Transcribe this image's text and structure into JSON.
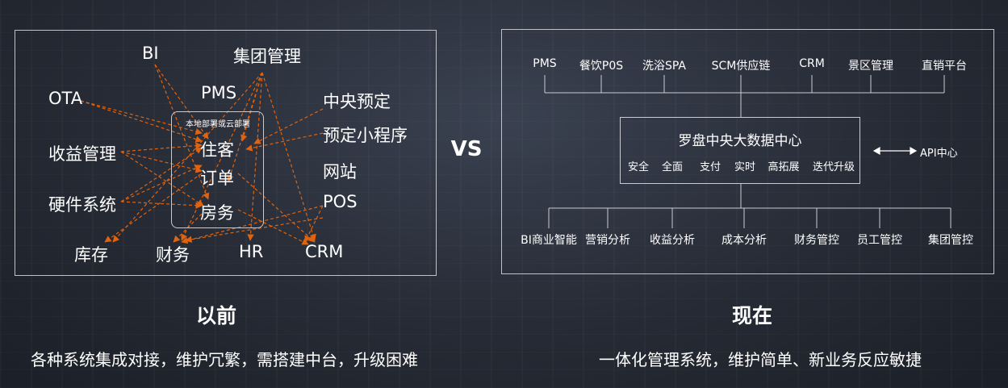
{
  "colors": {
    "arrow": "#e0630f",
    "line": "#c8ccd2",
    "text": "#ffffff"
  },
  "vs_label": "VS",
  "before": {
    "heading": "以前",
    "caption": "各种系统集成对接，维护冗繁，需搭建中台，升级困难",
    "deploy_label": "本地部署或云部署",
    "core": [
      "住客",
      "订单",
      "房务"
    ],
    "nodes": {
      "bi": "BI",
      "group": "集团管理",
      "pms": "PMS",
      "ota": "OTA",
      "revenue": "收益管理",
      "hardware": "硬件系统",
      "inventory": "库存",
      "finance": "财务",
      "hr": "HR",
      "crm": "CRM",
      "central": "中央预定",
      "miniapp": "预定小程序",
      "website": "网站",
      "pos": "POS"
    }
  },
  "now": {
    "heading": "现在",
    "caption": "一体化管理系统，维护简单、新业务反应敏捷",
    "top_items": [
      "PMS",
      "餐饮P0S",
      "洗浴SPA",
      "SCM供应链",
      "CRM",
      "景区管理",
      "直销平台"
    ],
    "center_title": "罗盘中央大数据中心",
    "center_tags": [
      "安全",
      "全面",
      "支付",
      "实时",
      "高拓展",
      "迭代升级"
    ],
    "api_label": "API中心",
    "bottom_items": [
      "BI商业智能",
      "营销分析",
      "收益分析",
      "成本分析",
      "财务管控",
      "员工管控",
      "集团管控"
    ]
  }
}
